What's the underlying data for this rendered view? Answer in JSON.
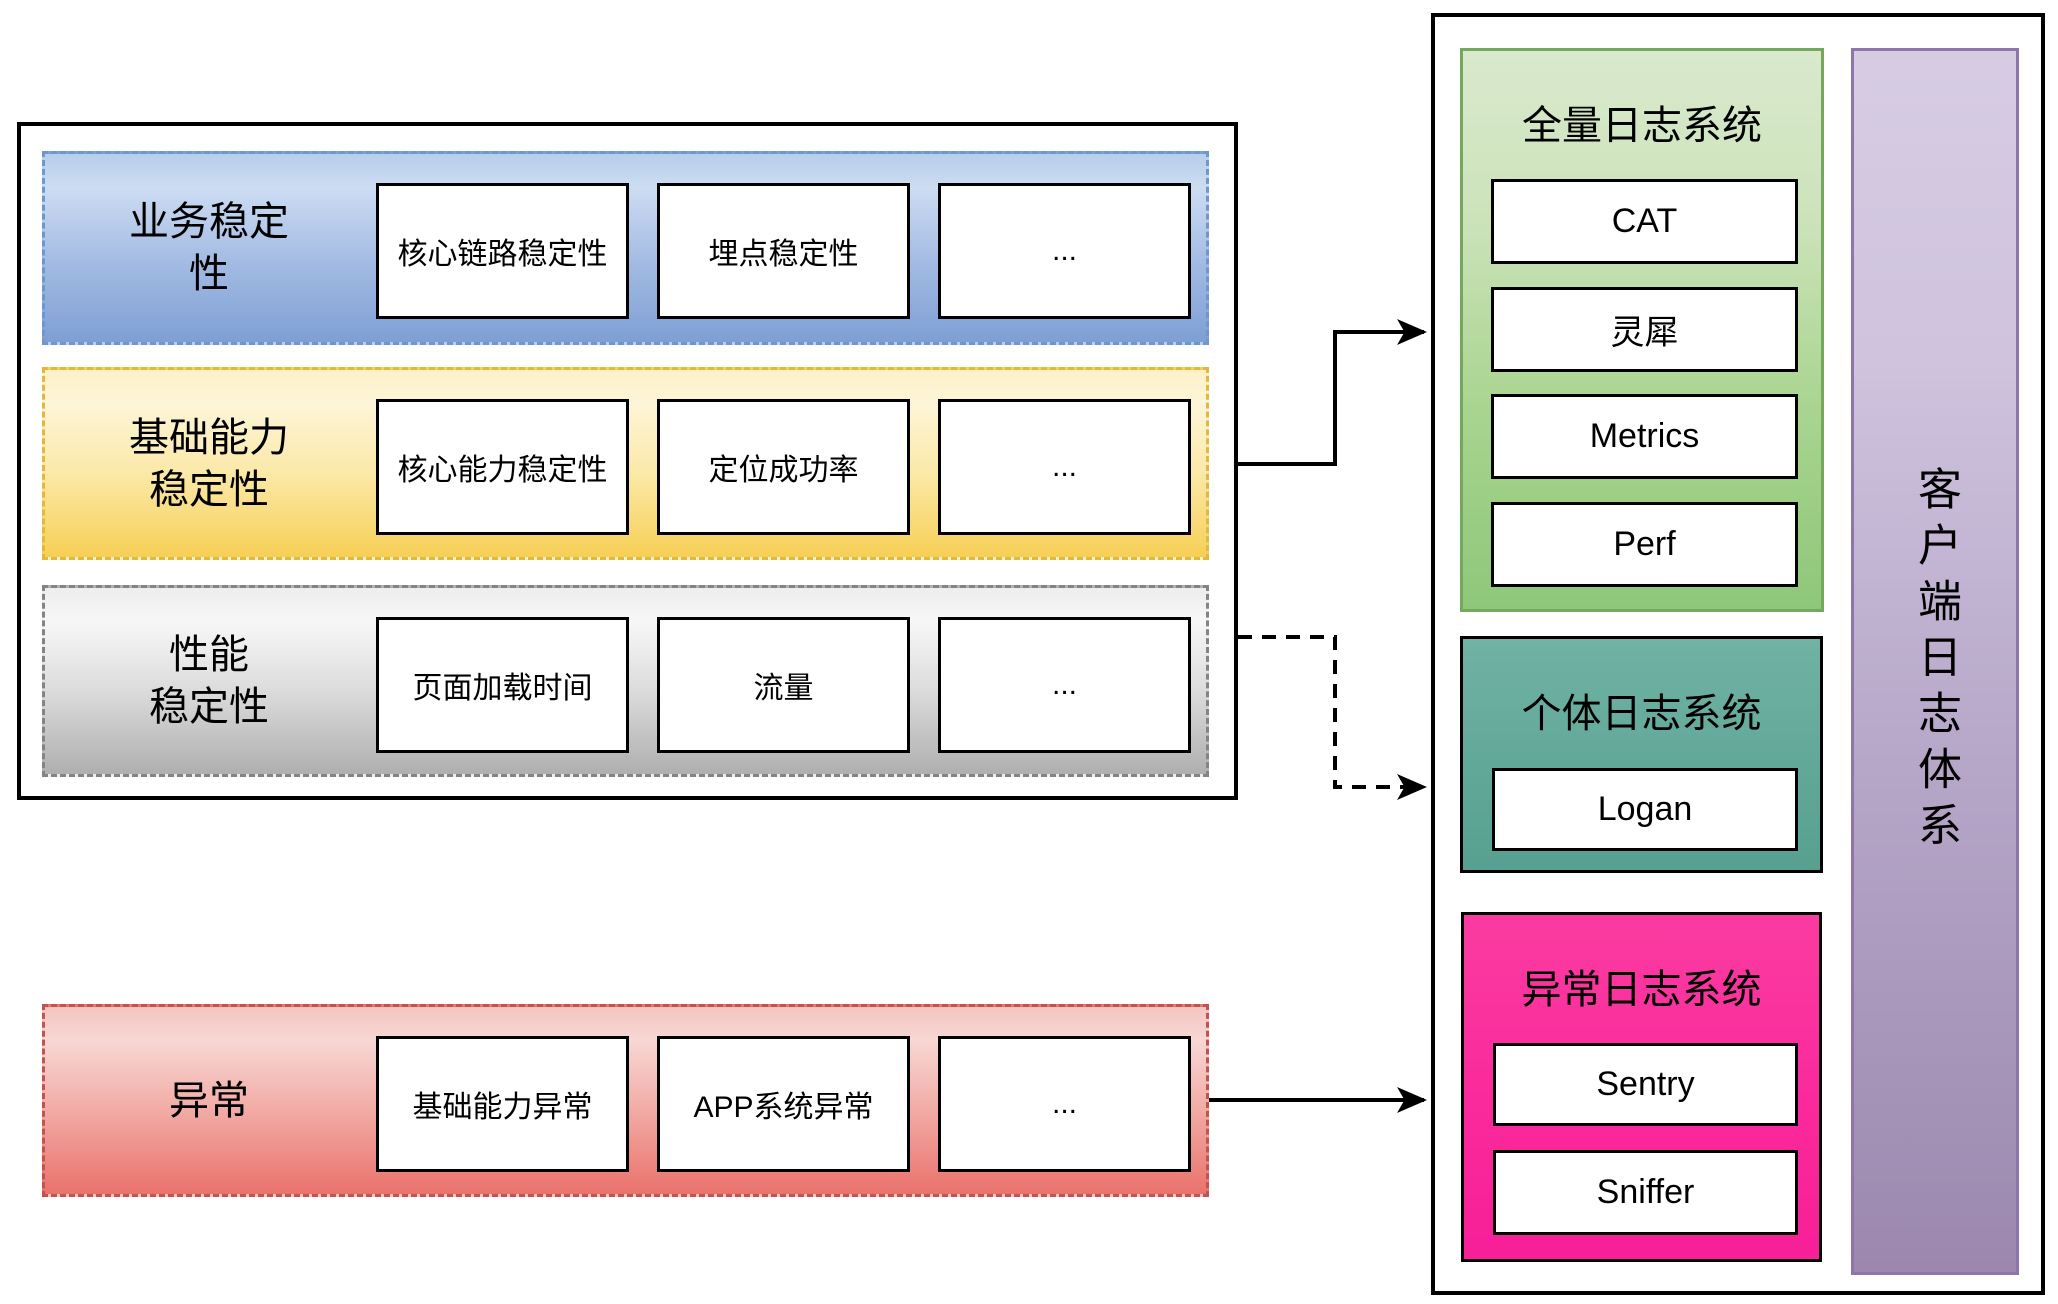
{
  "left_panel": {
    "rows": [
      {
        "label_line1": "业务稳定",
        "label_line2": "性",
        "boxes": [
          "核心链路稳定性",
          "埋点稳定性",
          "..."
        ]
      },
      {
        "label_line1": "基础能力",
        "label_line2": "稳定性",
        "boxes": [
          "核心能力稳定性",
          "定位成功率",
          "..."
        ]
      },
      {
        "label_line1": "性能",
        "label_line2": "稳定性",
        "boxes": [
          "页面加载时间",
          "流量",
          "..."
        ]
      },
      {
        "label_line1": "异常",
        "boxes": [
          "基础能力异常",
          "APP系统异常",
          "..."
        ]
      }
    ]
  },
  "right_panel": {
    "systems": [
      {
        "title": "全量日志系统",
        "items": [
          "CAT",
          "灵犀",
          "Metrics",
          "Perf"
        ]
      },
      {
        "title": "个体日志系统",
        "items": [
          "Logan"
        ]
      },
      {
        "title": "异常日志系统",
        "items": [
          "Sentry",
          "Sniffer"
        ]
      }
    ],
    "side_label": "客户端日志体系"
  },
  "colors": {
    "business_row": {
      "top": "#ccdcf2",
      "bottom": "#7e9fd4",
      "border": "#6e96d0"
    },
    "capability_row": {
      "top": "#fdf5d8",
      "bottom": "#f6cf55",
      "border": "#e2b93e"
    },
    "performance_row": {
      "top": "#f7f7f7",
      "bottom": "#b0afaf",
      "border": "#848484"
    },
    "exception_row": {
      "top": "#f7d7d4",
      "bottom": "#ea726c",
      "border": "#c4524e"
    },
    "full_log_panel": {
      "top": "#d9e9cd",
      "bottom": "#8ec77a",
      "border": "#74a85c"
    },
    "individual_log_panel": {
      "top": "#70b2a4",
      "bottom": "#57a090",
      "border": "#000000"
    },
    "exception_log_panel": {
      "fill": "#fa2b9c",
      "border": "#000000"
    },
    "client_log_bar": {
      "top": "#d6cce2",
      "bottom": "#9c88ae",
      "border": "#8e75ab"
    },
    "arrow": "#000000"
  }
}
